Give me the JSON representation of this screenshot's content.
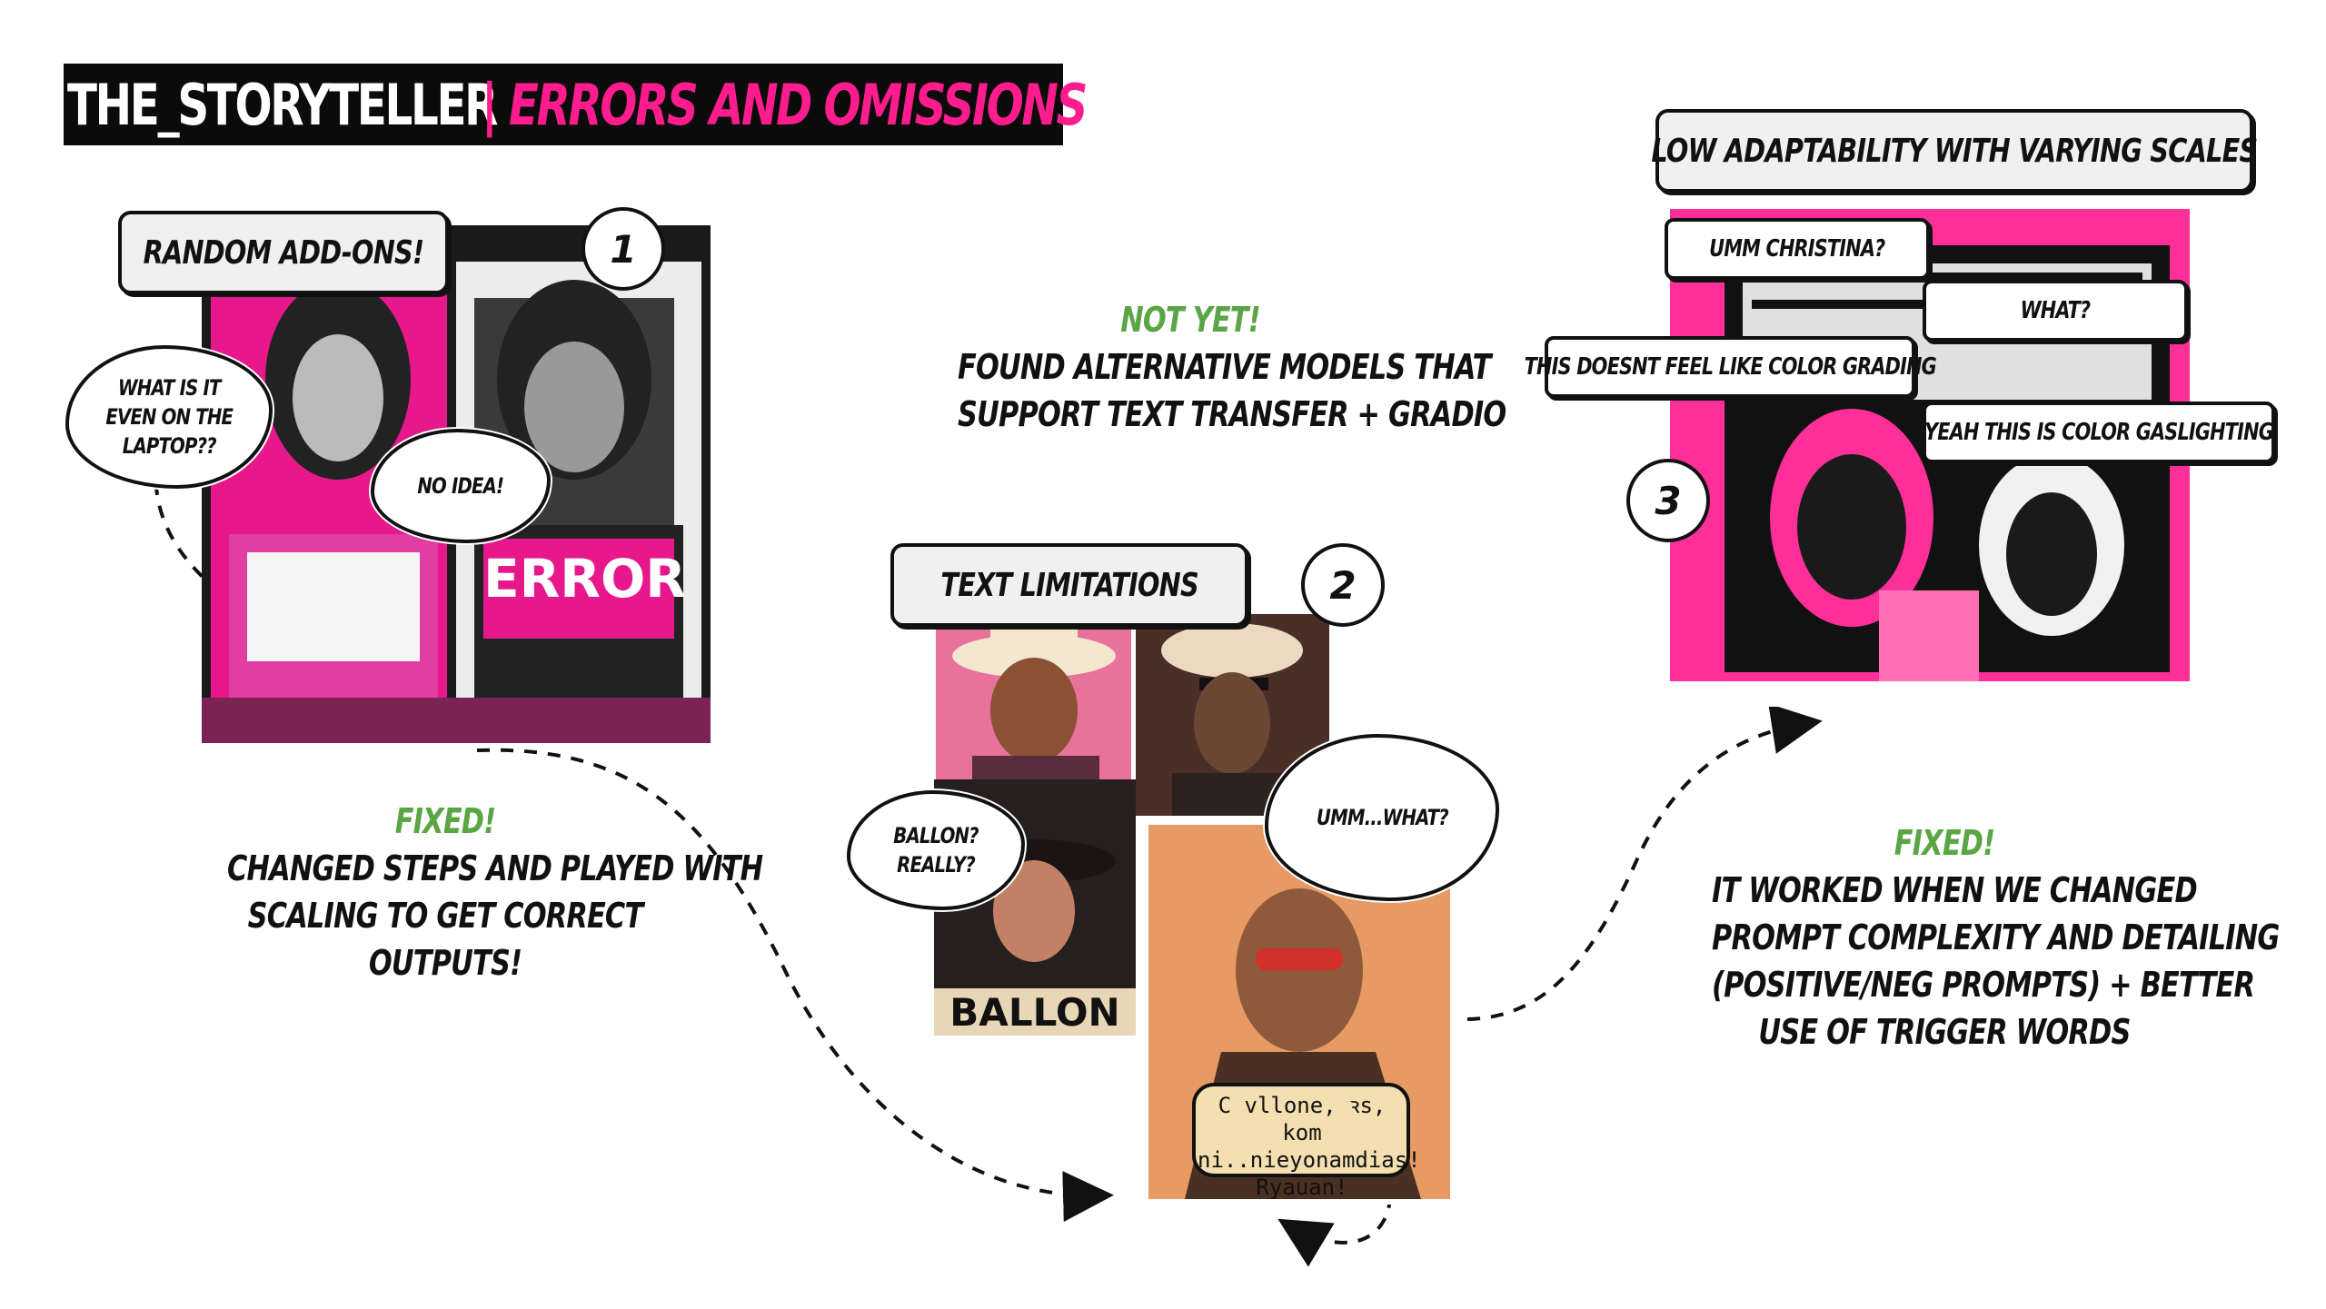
{
  "header": {
    "brand": "THE_STORYTELLER",
    "subtitle": "| ERRORS AND OMISSIONS"
  },
  "colors": {
    "accent_pink": "#ff1d8e",
    "status_green": "#5aa544",
    "title_bg": "#0b0b0b"
  },
  "sections": [
    {
      "number": "1",
      "label": "RANDOM ADD-ONS!",
      "status": "FIXED!",
      "description": [
        "CHANGED STEPS AND PLAYED WITH",
        "SCALING TO GET CORRECT",
        "OUTPUTS!"
      ],
      "bubbles": [
        "WHAT IS IT",
        "EVEN ON THE",
        "LAPTOP??"
      ],
      "bubble2": "NO IDEA!",
      "panel_text": "ERROR"
    },
    {
      "number": "2",
      "label": "TEXT LIMITATIONS",
      "status": "NOT YET!",
      "description": [
        "FOUND ALTERNATIVE MODELS THAT",
        "SUPPORT TEXT TRANSFER + GRADIO"
      ],
      "bubble1": [
        "BALLON?",
        "REALLY?"
      ],
      "bubble2": "UMM...WHAT?",
      "panel_text": "BALLON",
      "panel_gibberish": [
        "C vllone, ꝛs, kom",
        "ni..nieyonamdias!",
        "Ryauan!"
      ]
    },
    {
      "number": "3",
      "label": "LOW ADAPTABILITY WITH VARYING SCALES",
      "status": "FIXED!",
      "description": [
        "IT WORKED WHEN WE CHANGED",
        "PROMPT COMPLEXITY AND DETAILING",
        "(POSITIVE/NEG PROMPTS) + BETTER",
        "USE OF TRIGGER WORDS"
      ],
      "bubbles": [
        "UMM CHRISTINA?",
        "WHAT?",
        "THIS DOESNT FEEL LIKE COLOR GRADING",
        "YEAH THIS IS COLOR GASLIGHTING"
      ]
    }
  ]
}
